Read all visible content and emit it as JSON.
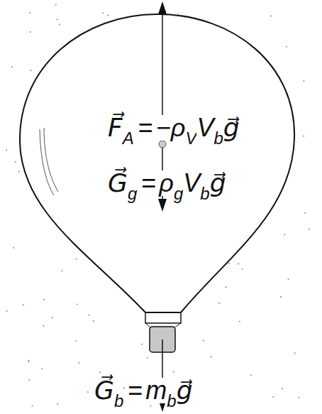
{
  "diagram": {
    "labels": [
      "F⃗",
      "A",
      "=",
      "−ρ",
      "V",
      "V",
      "b",
      "g⃗",
      "G⃗",
      "g",
      "=",
      "ρ",
      "g",
      "V",
      "b",
      "g⃗",
      "G⃗",
      "b",
      "=",
      "m",
      "b",
      "g⃗"
    ]
  }
}
